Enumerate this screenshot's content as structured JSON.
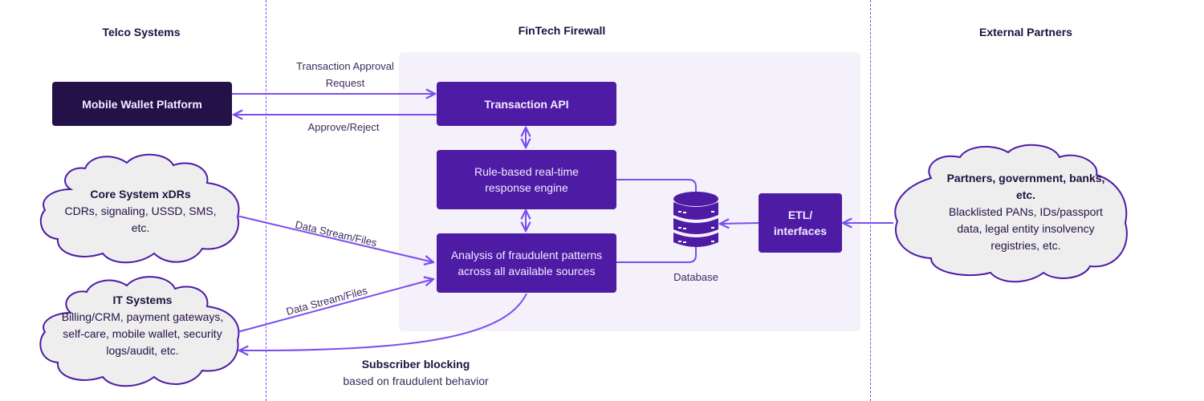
{
  "columns": {
    "telco": "Telco Systems",
    "fintech": "FinTech Firewall",
    "external": "External Partners"
  },
  "nodes": {
    "mobile_wallet": "Mobile Wallet Platform",
    "transaction_api": "Transaction API",
    "rule_engine": "Rule-based real-time response engine",
    "analysis": "Analysis of fraudulent patterns across all available sources",
    "database": "Database",
    "etl": "ETL/ interfaces"
  },
  "clouds": {
    "core": {
      "title": "Core System xDRs",
      "body": "CDRs, signaling, USSD, SMS, etc."
    },
    "it": {
      "title": "IT Systems",
      "body": "Billing/CRM, payment gateways, self-care, mobile wallet, security logs/audit, etc."
    },
    "partners": {
      "title": "Partners, government, banks, etc.",
      "body": "Blacklisted PANs, IDs/passport data, legal entity insolvency registries, etc."
    }
  },
  "edges": {
    "approval_request": "Transaction Approval Request",
    "approve_reject": "Approve/Reject",
    "data_stream_core": "Data Stream/Files",
    "data_stream_it": "Data Stream/Files",
    "subscriber_blocking_title": "Subscriber blocking",
    "subscriber_blocking_body": "based on fraudulent behavior"
  },
  "colors": {
    "dark_box": "#231147",
    "purple_box": "#4e1ba4",
    "arrow": "#7a4df0",
    "panel": "#f4f1fa",
    "cloud_fill": "#efeeee",
    "cloud_stroke": "#4e1ba4"
  }
}
